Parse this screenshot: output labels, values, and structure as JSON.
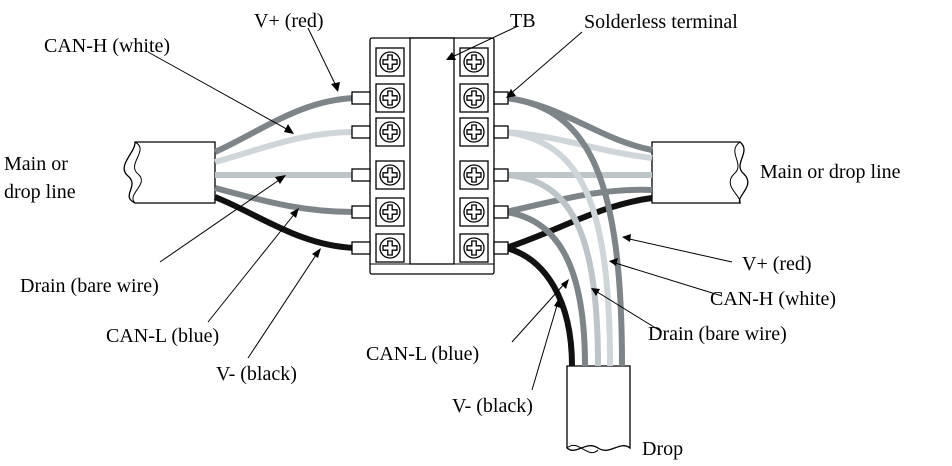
{
  "diagram": {
    "terminal_block_label": "TB",
    "solderless_label": "Solderless terminal",
    "left_cable_label_line1": "Main or",
    "left_cable_label_line2": "drop line",
    "right_cable_label": "Main or drop line",
    "drop_cable_label": "Drop",
    "left_wires": {
      "v_plus": "V+ (red)",
      "can_h": "CAN-H (white)",
      "drain": "Drain (bare wire)",
      "can_l": "CAN-L (blue)",
      "v_minus": "V- (black)"
    },
    "right_wires": {
      "v_plus": "V+ (red)",
      "can_h": "CAN-H (white)",
      "drain": "Drain (bare wire)",
      "can_l": "CAN-L (blue)",
      "v_minus": "V- (black)"
    },
    "wire_colors": {
      "v_plus": "#7d8589",
      "can_h": "#cfd6d9",
      "drain": "#bdc5c9",
      "can_l": "#9aa3a8",
      "v_minus": "#111111"
    }
  }
}
